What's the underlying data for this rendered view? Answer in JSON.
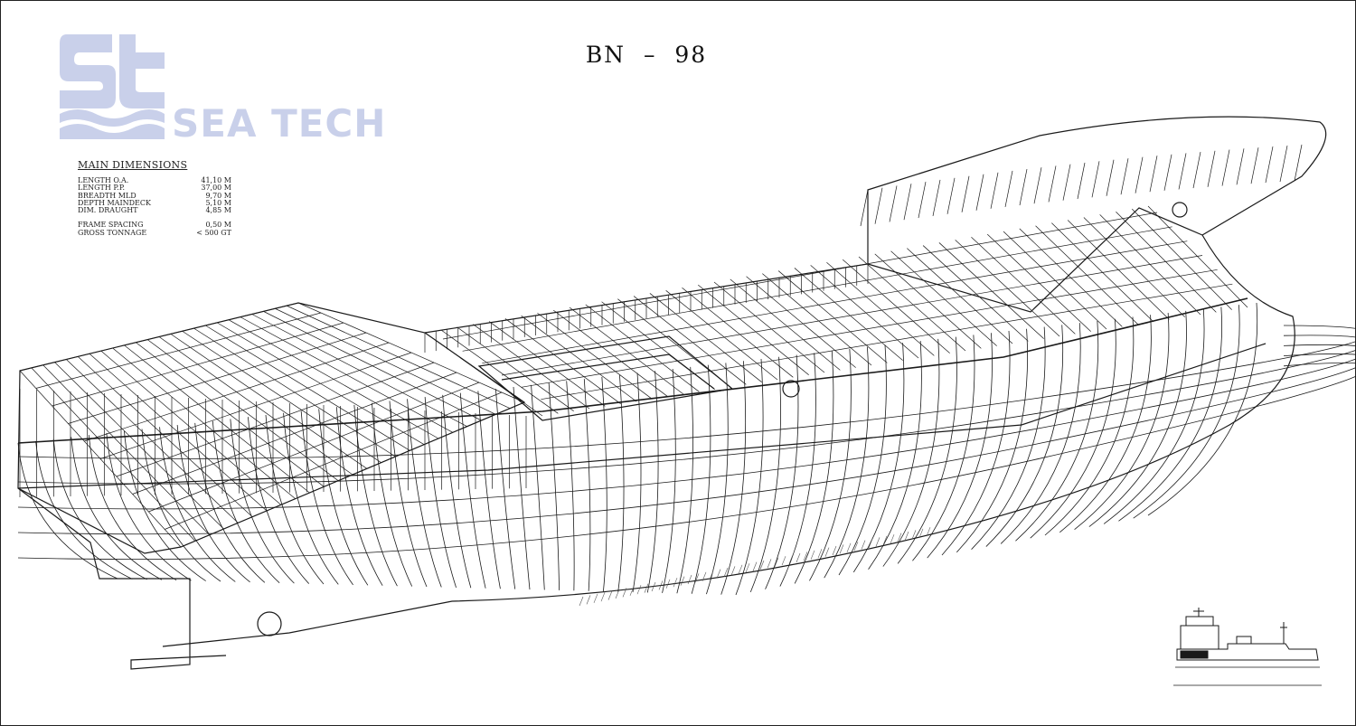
{
  "logo": {
    "monogram": "st",
    "company": "SEA TECH",
    "color": "#c9d0ea"
  },
  "title": "BN  –  98",
  "dimensions": {
    "heading": "MAIN  DIMENSIONS",
    "group1": [
      {
        "label": "LENGTH O.A.",
        "value": "41,10  M"
      },
      {
        "label": "LENGTH P.P.",
        "value": "37,00  M"
      },
      {
        "label": "BREADTH MLD",
        "value": "9,70  M"
      },
      {
        "label": "DEPTH MAINDECK",
        "value": "5,10  M"
      },
      {
        "label": "DIM. DRAUGHT",
        "value": "4,85  M"
      }
    ],
    "group2": [
      {
        "label": "FRAME SPACING",
        "value": "0,50  M"
      },
      {
        "label": "GROSS TONNAGE",
        "value": "< 500  GT"
      }
    ]
  },
  "colors": {
    "line": "#1a1a1a",
    "logo": "#c9d0ea"
  }
}
